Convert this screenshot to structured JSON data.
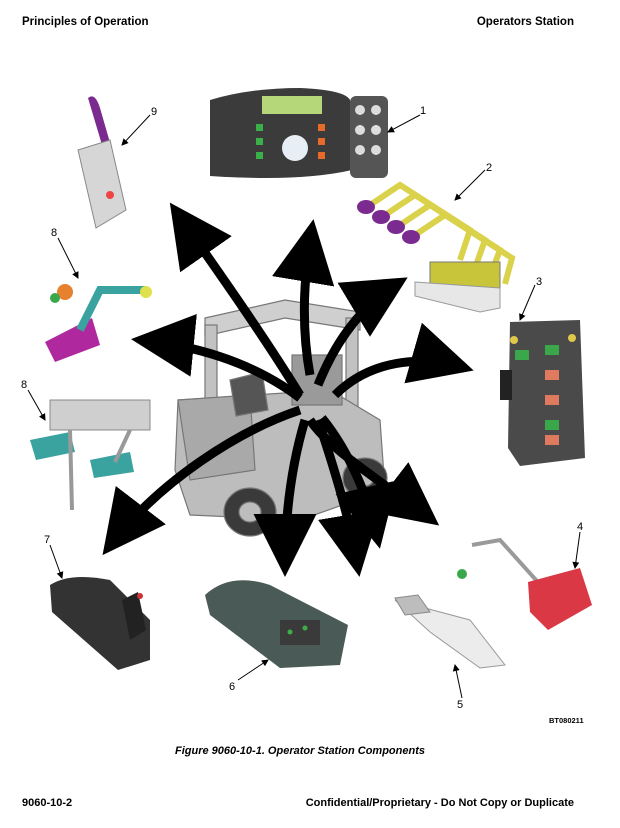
{
  "header": {
    "left": "Principles of Operation",
    "right": "Operators Station"
  },
  "figure": {
    "callouts": [
      "9",
      "1",
      "2",
      "8",
      "3",
      "8",
      "7",
      "4",
      "6",
      "5"
    ],
    "figure_id": "BT080211",
    "caption": "Figure 9060-10-1. Operator Station Components"
  },
  "footer": {
    "left": "9060-10-2",
    "right": "Confidential/Proprietary - Do Not Copy or Duplicate"
  },
  "colors": {
    "arrow": "#000000",
    "lever_purple": "#7b2b8f",
    "lever_yellow": "#d9d24a",
    "pedal_magenta": "#b0289e",
    "pedal_teal": "#3aa3a0",
    "relay_green": "#3aa84a",
    "relay_salmon": "#e07a5f",
    "pedal_red": "#d93844",
    "truck_gray": "#b8b8b8"
  }
}
